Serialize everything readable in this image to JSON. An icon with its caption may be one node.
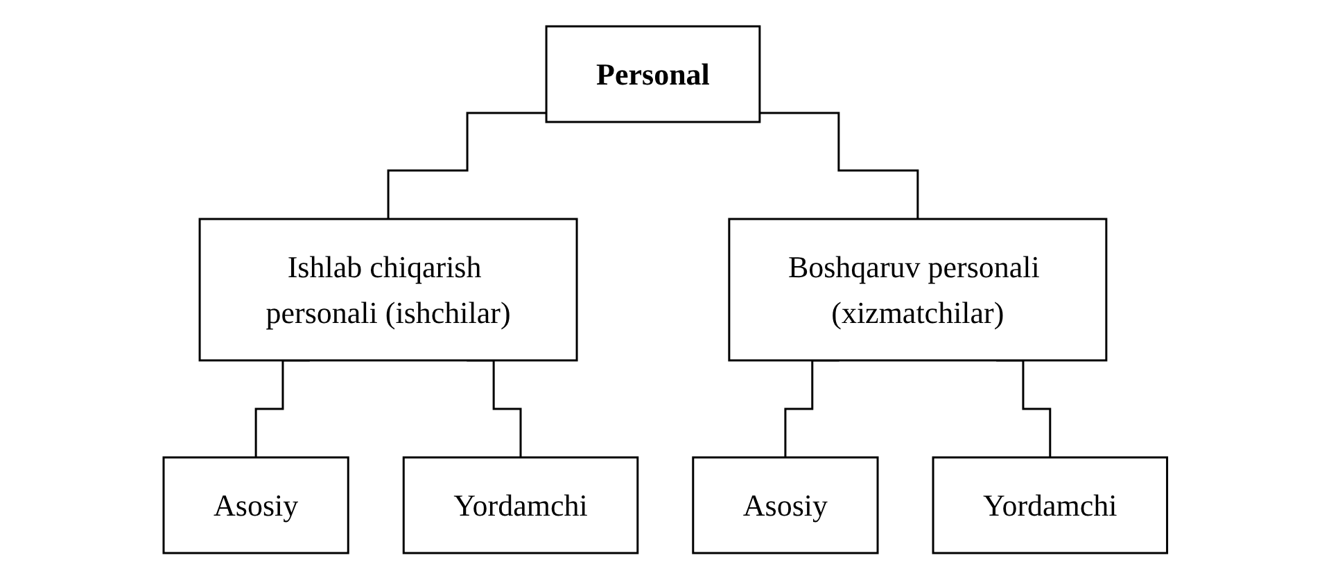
{
  "diagram": {
    "nodes": [
      {
        "text": [
          "Personal"
        ]
      },
      {
        "text": [
          "Ishlab chiqarish personali (ishchilar)"
        ]
      },
      {
        "text": [
          "Boshqaruv personali (xizmatchilar)"
        ]
      },
      {
        "text": [
          "Asosiy"
        ]
      },
      {
        "text": [
          "Yordamchi"
        ]
      },
      {
        "text": [
          "Asosiy"
        ]
      },
      {
        "text": [
          "Yordamchi"
        ]
      }
    ],
    "edges": [
      {
        "from": 0,
        "to": 1,
        "arrow": "none"
      },
      {
        "from": 0,
        "to": 2,
        "arrow": "none"
      },
      {
        "from": 1,
        "to": 3,
        "arrow": "none"
      },
      {
        "from": 1,
        "to": 4,
        "arrow": "none"
      },
      {
        "from": 2,
        "to": 5,
        "arrow": "none"
      },
      {
        "from": 2,
        "to": 6,
        "arrow": "none"
      }
    ]
  }
}
